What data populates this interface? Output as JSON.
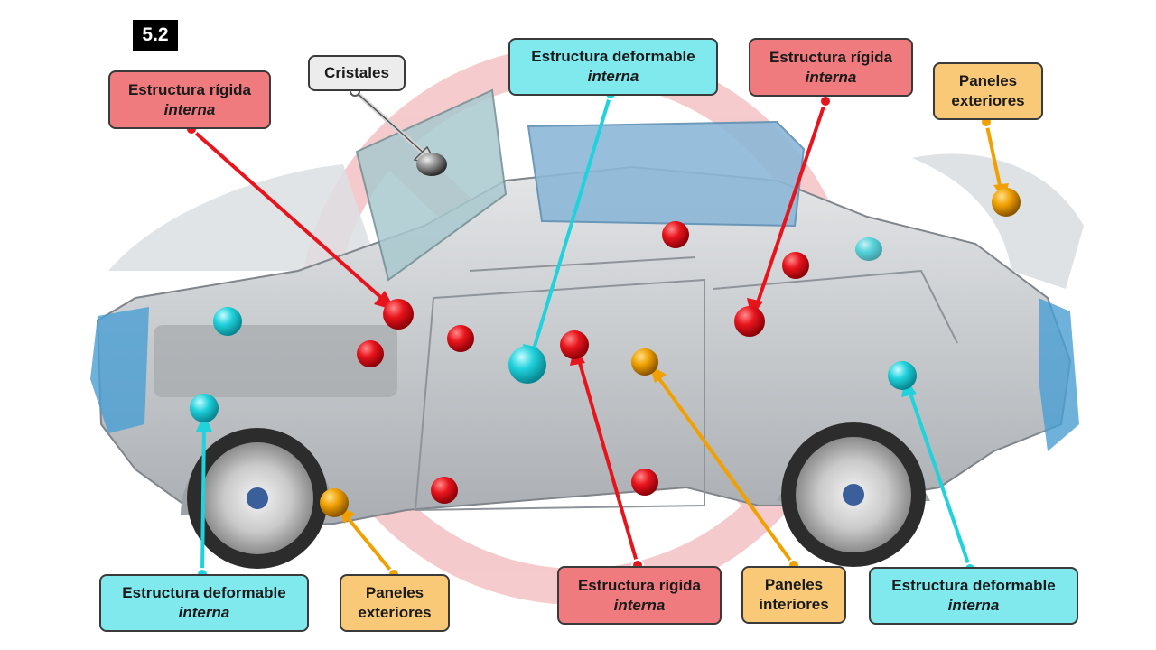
{
  "figure_label": "5.2",
  "callouts": {
    "cristales": {
      "line1": "Cristales",
      "line2": ""
    },
    "rigida_top_left": {
      "line1": "Estructura rígida",
      "line2": "interna"
    },
    "deformable_top": {
      "line1": "Estructura deformable",
      "line2": "interna"
    },
    "rigida_top_right": {
      "line1": "Estructura rígida",
      "line2": "interna"
    },
    "exteriores_top": {
      "line1": "Paneles",
      "line2": "exteriores"
    },
    "deformable_bottom_left": {
      "line1": "Estructura deformable",
      "line2": "interna"
    },
    "exteriores_bottom": {
      "line1": "Paneles",
      "line2": "exteriores"
    },
    "rigida_bottom": {
      "line1": "Estructura rígida",
      "line2": "interna"
    },
    "interiores_bottom": {
      "line1": "Paneles",
      "line2": "interiores"
    },
    "deformable_bottom_right": {
      "line1": "Estructura deformable",
      "line2": "interna"
    }
  },
  "colors": {
    "rigida": "#e8141c",
    "deformable": "#20d2dc",
    "paneles": "#f0a000",
    "cristales": "#8a8a8a"
  }
}
